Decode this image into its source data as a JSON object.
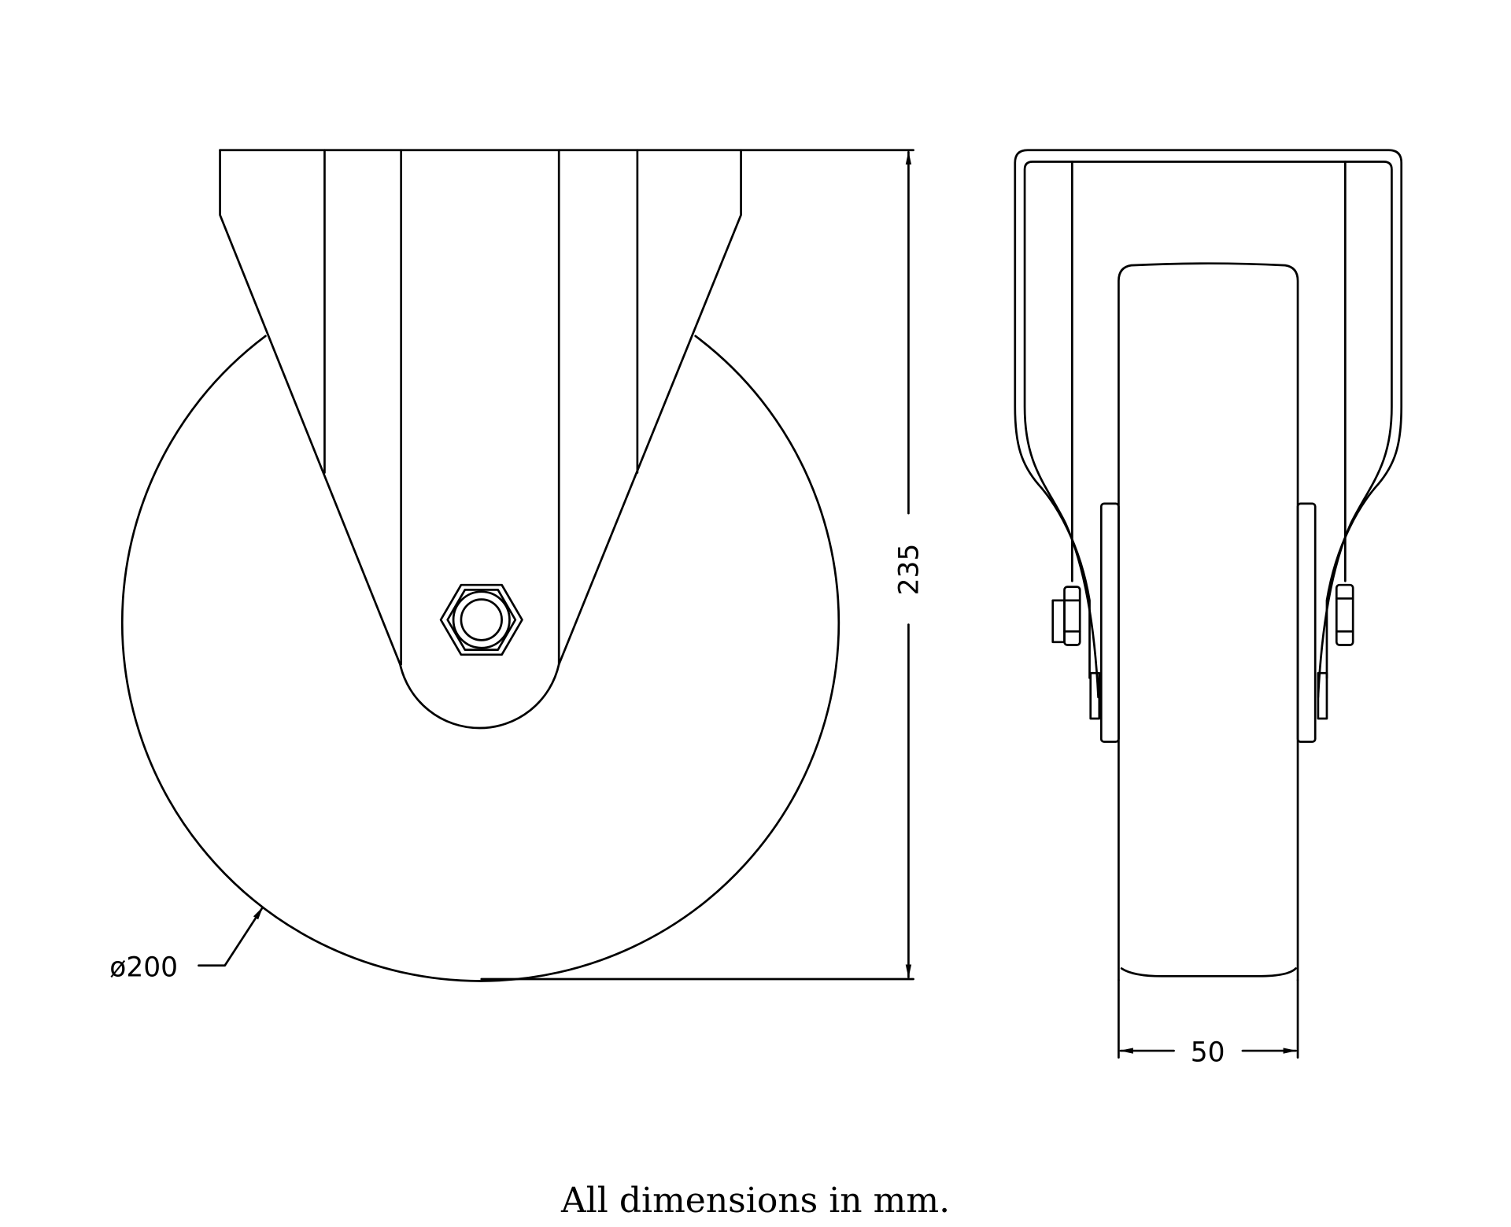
{
  "drawing": {
    "front_view": {
      "diameter_label": "ø200",
      "height_label": "235"
    },
    "side_view": {
      "width_label": "50"
    },
    "caption": "All dimensions in mm.",
    "line_color": "#000000",
    "background": "#ffffff"
  }
}
